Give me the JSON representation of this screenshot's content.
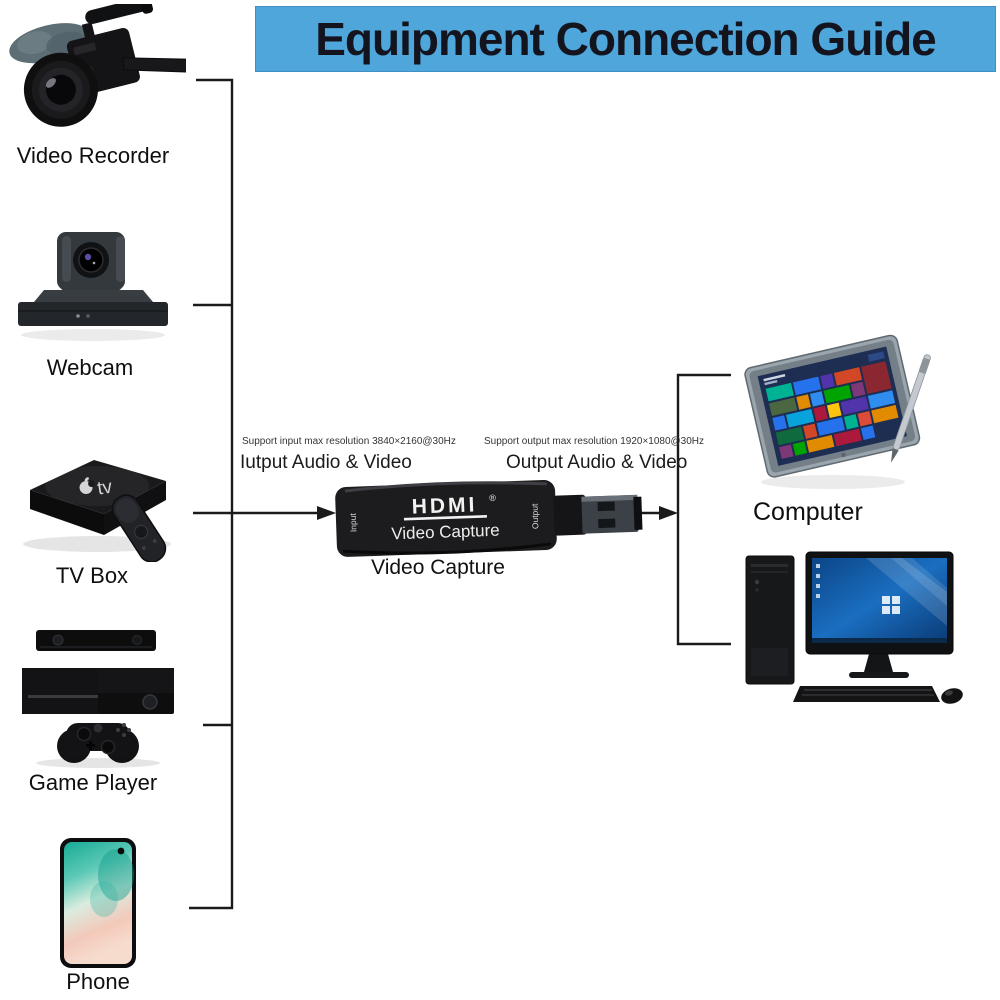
{
  "title": "Equipment Connection Guide",
  "sources": [
    {
      "name": "Video Recorder",
      "icon": "camcorder-icon"
    },
    {
      "name": "Webcam",
      "icon": "ptz-camera-icon"
    },
    {
      "name": "TV Box",
      "icon": "apple-tv-icon"
    },
    {
      "name": "Game Player",
      "icon": "game-console-icon"
    },
    {
      "name": "Phone",
      "icon": "smartphone-icon"
    }
  ],
  "capture": {
    "input_note": "Support input max resolution 3840×2160@30Hz",
    "input_label": "Iutput Audio & Video",
    "output_note": "Support output max resolution 1920×1080@30Hz",
    "output_label": "Output Audio & Video",
    "caption": "Video Capture",
    "device": {
      "brand": "HDMI",
      "brand_reg": "®",
      "line2": "Video Capture",
      "side_input": "Input",
      "side_output": "Output"
    }
  },
  "destination": {
    "name": "Computer",
    "icons": [
      "tablet-icon",
      "desktop-pc-icon"
    ]
  },
  "colors": {
    "banner_bg": "#4FA6DB",
    "banner_text": "#14141F",
    "line": "#1A1A1A"
  }
}
